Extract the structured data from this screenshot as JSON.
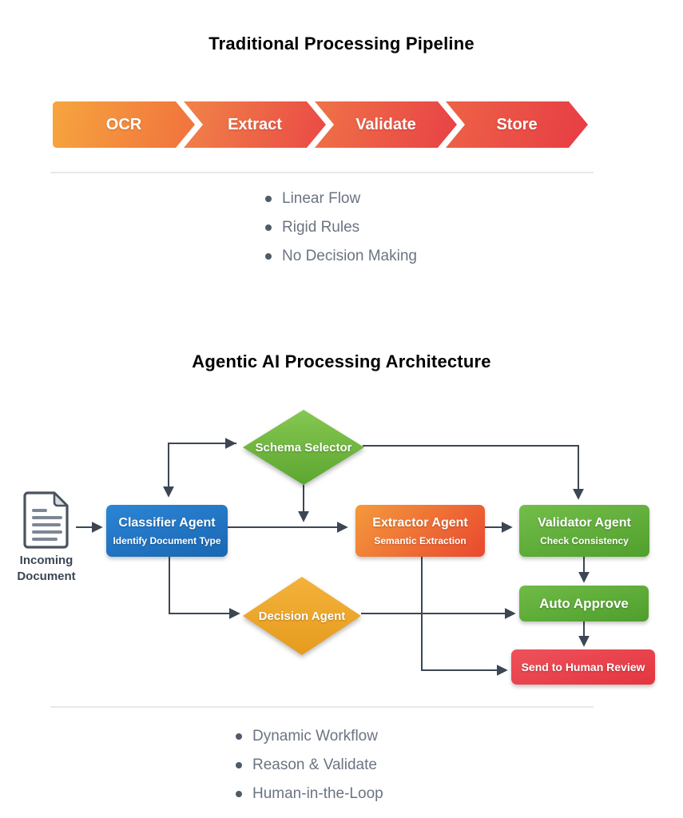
{
  "traditional": {
    "title": "Traditional Processing Pipeline",
    "steps": [
      {
        "label": "OCR",
        "color_start": "#F6A53E",
        "color_end": "#F1713D"
      },
      {
        "label": "Extract",
        "color_start": "#F08448",
        "color_end": "#EA4945"
      },
      {
        "label": "Validate",
        "color_start": "#EF7347",
        "color_end": "#E84146"
      },
      {
        "label": "Store",
        "color_start": "#ED6346",
        "color_end": "#E73C45"
      }
    ],
    "bullets": [
      "Linear Flow",
      "Rigid Rules",
      "No Decision Making"
    ]
  },
  "agentic": {
    "title": "Agentic AI Processing Architecture",
    "nodes": {
      "incoming_document": {
        "label": "Incoming Document",
        "icon": "document-icon"
      },
      "classifier": {
        "title": "Classifier Agent",
        "subtitle": "Identify Document Type",
        "color": "#2176C7"
      },
      "schema": {
        "label": "Schema Selector",
        "color": "#6FB83E"
      },
      "extractor": {
        "title": "Extractor Agent",
        "subtitle": "Semantic Extraction",
        "color": "#EF6B36"
      },
      "validator": {
        "title": "Validator Agent",
        "subtitle": "Check Consistency",
        "color": "#63B13C"
      },
      "decision": {
        "label": "Decision Agent",
        "color": "#EFA72C"
      },
      "auto_approve": {
        "label": "Auto Approve",
        "color": "#61AF3B"
      },
      "human_review": {
        "label": "Send to Human Review",
        "color": "#E84750"
      }
    },
    "edges": [
      {
        "from": "incoming_document",
        "to": "classifier"
      },
      {
        "from": "classifier",
        "to": "schema"
      },
      {
        "from": "schema",
        "to": "classifier"
      },
      {
        "from": "classifier",
        "to": "extractor"
      },
      {
        "from": "schema",
        "to": "extractor"
      },
      {
        "from": "schema",
        "to": "validator"
      },
      {
        "from": "extractor",
        "to": "validator"
      },
      {
        "from": "validator",
        "to": "auto_approve"
      },
      {
        "from": "auto_approve",
        "to": "human_review"
      },
      {
        "from": "classifier",
        "to": "decision"
      },
      {
        "from": "decision",
        "to": "auto_approve"
      },
      {
        "from": "extractor",
        "to": "human_review"
      }
    ],
    "bullets": [
      "Dynamic Workflow",
      "Reason & Validate",
      "Human-in-the-Loop"
    ]
  }
}
